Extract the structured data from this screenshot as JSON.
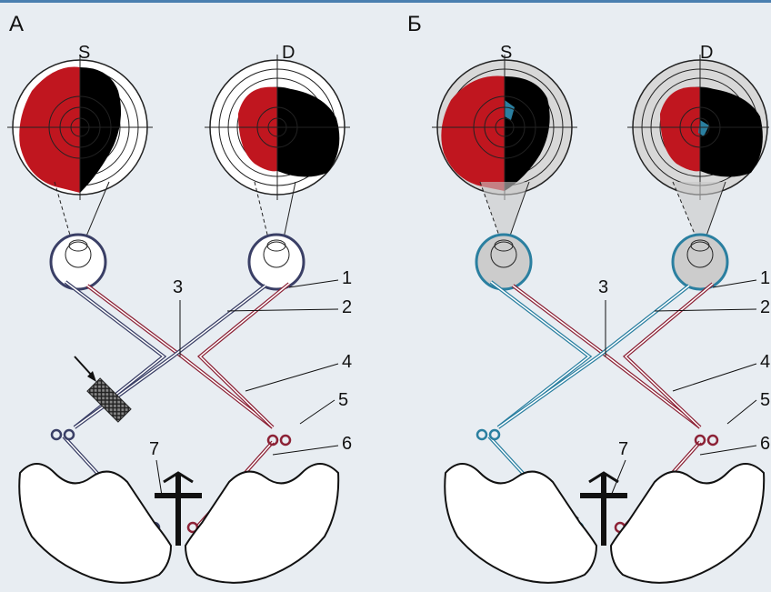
{
  "panels": [
    {
      "label": "А",
      "eye_left_label": "S",
      "eye_right_label": "D",
      "numbers": [
        "1",
        "2",
        "3",
        "4",
        "5",
        "6",
        "7"
      ]
    },
    {
      "label": "Б",
      "eye_left_label": "S",
      "eye_right_label": "D",
      "numbers": [
        "1",
        "2",
        "3",
        "4",
        "5",
        "6",
        "7"
      ]
    }
  ],
  "colors": {
    "red_field": "#c0161f",
    "black_field": "#000000",
    "nasal_path": "#3a3f66",
    "temporal_path": "#8c2236",
    "blue_path": "#2a7fa0",
    "lesion": "#555555"
  },
  "icons": [
    "lesion-marker-icon",
    "arrow-icon"
  ]
}
